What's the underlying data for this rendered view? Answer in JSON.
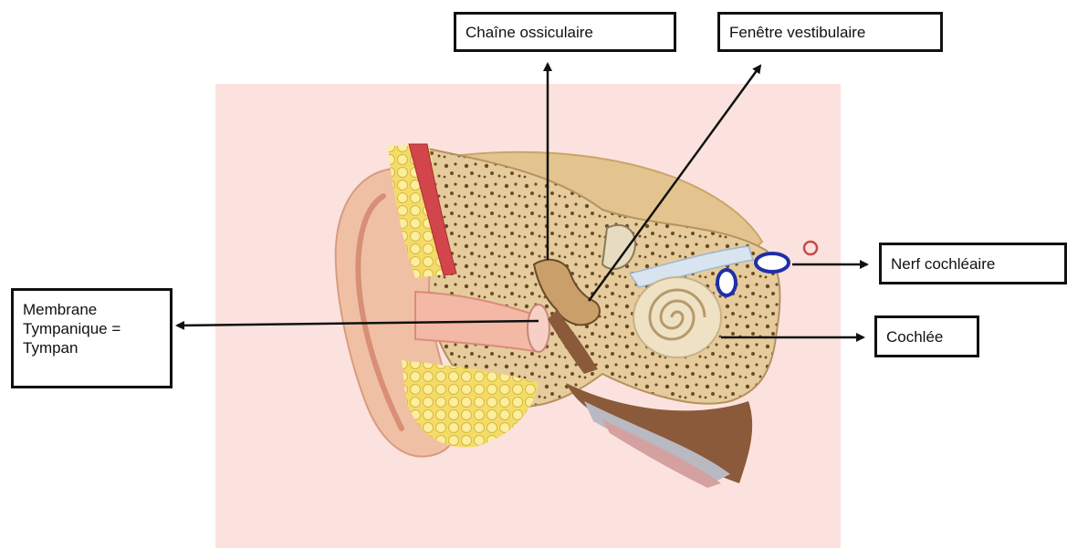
{
  "labels": {
    "chaine": "Chaîne ossiculaire",
    "fenetre": "Fenêtre vestibulaire",
    "membrane": "Membrane\nTympanique =\nTympan",
    "nerf": "Nerf cochléaire",
    "cochlee": "Cochlée"
  },
  "colors": {
    "panel": "#fbe2de",
    "skin": "#f2c6ad",
    "bone": "#e8cfa0",
    "fat": "#f5e27a",
    "muscle": "#d9534f",
    "cochlea": "#efe2c4",
    "outline": "#2a2a8a",
    "arrow": "#111111"
  }
}
